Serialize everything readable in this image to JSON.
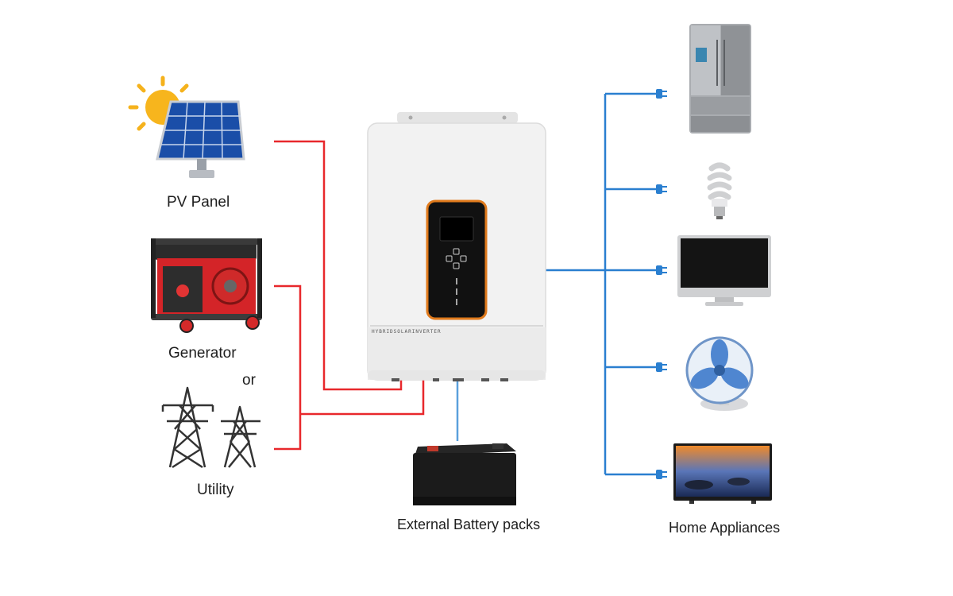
{
  "labels": {
    "pv_panel": "PV Panel",
    "generator": "Generator",
    "or": "or",
    "utility": "Utility",
    "battery": "External Battery packs",
    "appliances": "Home Appliances",
    "inverter_text": "HYBRIDSOLARINVERTER"
  },
  "colors": {
    "input_wire": "#e8282c",
    "output_wire": "#2a7fd0",
    "battery_wire": "#5aa0dc",
    "inverter_body": "#f2f2f2",
    "display_accent": "#e07a1c"
  },
  "icons": [
    "sun-icon",
    "solar-panel-icon",
    "generator-icon",
    "power-tower-icon",
    "inverter-icon",
    "battery-icon",
    "plug-icon",
    "refrigerator-icon",
    "bulb-icon",
    "monitor-icon",
    "fan-icon",
    "tv-icon"
  ]
}
